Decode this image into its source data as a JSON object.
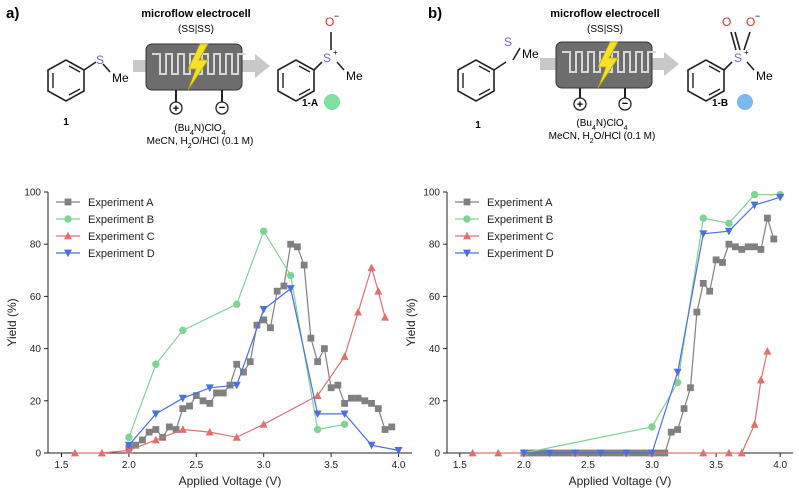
{
  "panels": [
    {
      "letter": "a)",
      "reaction": {
        "device_label": "microflow electrocell",
        "device_sublabel": "(SS|SS)",
        "reactant_label": "1",
        "reactant_me": "Me",
        "reactant_s": "S",
        "product_label": "1-A",
        "product_me": "Me",
        "product_s": "S",
        "product_o": "O",
        "marker_color": "#7fe0a0",
        "electrolyte": "(Bu4N)ClO4",
        "solvent": "MeCN, H2O/HCl (0.1 M)"
      }
    },
    {
      "letter": "b)",
      "reaction": {
        "device_label": "microflow electrocell",
        "device_sublabel": "(SS|SS)",
        "reactant_label": "1",
        "reactant_me": "Me",
        "reactant_s": "S",
        "product_label": "1-B",
        "product_me": "Me",
        "product_s": "S",
        "product_o": "O",
        "marker_color": "#7ab8f0",
        "electrolyte": "(Bu4N)ClO4",
        "solvent": "MeCN, H2O/HCl (0.1 M)"
      }
    }
  ],
  "chart_data": [
    {
      "type": "line",
      "xlabel": "Applied Voltage (V)",
      "ylabel": "Yield (%)",
      "xlim": [
        1.4,
        4.1
      ],
      "ylim": [
        0,
        100
      ],
      "xticks": [
        "1.5",
        "2.0",
        "2.5",
        "3.0",
        "3.5",
        "4.0"
      ],
      "xtick_values": [
        1.5,
        2.0,
        2.5,
        3.0,
        3.5,
        4.0
      ],
      "yticks": [
        "0",
        "20",
        "40",
        "60",
        "80",
        "100"
      ],
      "ytick_values": [
        0,
        20,
        40,
        60,
        80,
        100
      ],
      "legend_position": "top-left",
      "series": [
        {
          "name": "Experiment A",
          "color": "#808080",
          "marker": "square",
          "x": [
            2.0,
            2.05,
            2.1,
            2.15,
            2.2,
            2.25,
            2.3,
            2.35,
            2.4,
            2.45,
            2.5,
            2.55,
            2.6,
            2.65,
            2.7,
            2.75,
            2.8,
            2.85,
            2.9,
            2.95,
            3.0,
            3.05,
            3.1,
            3.15,
            3.2,
            3.25,
            3.3,
            3.35,
            3.4,
            3.45,
            3.5,
            3.55,
            3.6,
            3.65,
            3.7,
            3.75,
            3.8,
            3.85,
            3.9,
            3.95
          ],
          "y": [
            2,
            3,
            5,
            8,
            9,
            6,
            10,
            9,
            17,
            18,
            22,
            20,
            19,
            23,
            23,
            26,
            34,
            31,
            35,
            49,
            51,
            48,
            62,
            64,
            80,
            79,
            72,
            44,
            35,
            40,
            25,
            26,
            19,
            21,
            21,
            20,
            19,
            17,
            9,
            10
          ]
        },
        {
          "name": "Experiment B",
          "color": "#7fd494",
          "marker": "circle",
          "x": [
            2.0,
            2.2,
            2.4,
            2.8,
            3.0,
            3.2,
            3.4,
            3.6
          ],
          "y": [
            6,
            34,
            47,
            57,
            85,
            68,
            9,
            11
          ]
        },
        {
          "name": "Experiment C",
          "color": "#e07070",
          "marker": "triangle",
          "x": [
            1.6,
            1.8,
            2.0,
            2.2,
            2.4,
            2.6,
            2.8,
            3.0,
            3.4,
            3.6,
            3.7,
            3.8,
            3.85,
            3.9
          ],
          "y": [
            0,
            0,
            1,
            5,
            9,
            8,
            6,
            11,
            22,
            37,
            54,
            71,
            62,
            52
          ]
        },
        {
          "name": "Experiment D",
          "color": "#4a6fe0",
          "marker": "triangle-down",
          "x": [
            2.0,
            2.2,
            2.4,
            2.6,
            2.8,
            3.0,
            3.2,
            3.4,
            3.6,
            3.8,
            4.0
          ],
          "y": [
            3,
            15,
            21,
            25,
            26,
            55,
            63,
            15,
            15,
            3,
            1
          ]
        }
      ]
    },
    {
      "type": "line",
      "xlabel": "Applied Voltage (V)",
      "ylabel": "Yield (%)",
      "xlim": [
        1.4,
        4.1
      ],
      "ylim": [
        0,
        100
      ],
      "xticks": [
        "1.5",
        "2.0",
        "2.5",
        "3.0",
        "3.5",
        "4.0"
      ],
      "xtick_values": [
        1.5,
        2.0,
        2.5,
        3.0,
        3.5,
        4.0
      ],
      "yticks": [
        "0",
        "20",
        "40",
        "60",
        "80",
        "100"
      ],
      "ytick_values": [
        0,
        20,
        40,
        60,
        80,
        100
      ],
      "legend_position": "top-left",
      "series": [
        {
          "name": "Experiment A",
          "color": "#808080",
          "marker": "square",
          "x": [
            2.0,
            2.05,
            2.1,
            2.15,
            2.2,
            2.25,
            2.3,
            2.35,
            2.4,
            2.45,
            2.5,
            2.55,
            2.6,
            2.65,
            2.7,
            2.75,
            2.8,
            2.85,
            2.9,
            2.95,
            3.0,
            3.05,
            3.1,
            3.15,
            3.2,
            3.25,
            3.3,
            3.35,
            3.4,
            3.45,
            3.5,
            3.55,
            3.6,
            3.65,
            3.7,
            3.75,
            3.8,
            3.85,
            3.9,
            3.95
          ],
          "y": [
            0,
            0,
            0,
            0,
            0,
            0,
            0,
            0,
            0,
            0,
            0,
            0,
            0,
            0,
            0,
            0,
            0,
            0,
            0,
            0,
            0,
            0,
            0,
            8,
            9,
            17,
            25,
            54,
            65,
            62,
            74,
            73,
            80,
            79,
            78,
            79,
            79,
            78,
            90,
            82
          ]
        },
        {
          "name": "Experiment B",
          "color": "#7fd494",
          "marker": "circle",
          "x": [
            2.0,
            3.0,
            3.2,
            3.4,
            3.6,
            3.8,
            4.0
          ],
          "y": [
            0,
            10,
            27,
            90,
            88,
            99,
            99
          ]
        },
        {
          "name": "Experiment C",
          "color": "#e07070",
          "marker": "triangle",
          "x": [
            1.6,
            1.8,
            2.0,
            2.4,
            2.8,
            3.0,
            3.4,
            3.6,
            3.7,
            3.8,
            3.85,
            3.9
          ],
          "y": [
            0,
            0,
            0,
            0,
            0,
            0,
            0,
            0,
            0,
            11,
            28,
            39
          ]
        },
        {
          "name": "Experiment D",
          "color": "#4a6fe0",
          "marker": "triangle-down",
          "x": [
            2.0,
            2.2,
            2.4,
            2.6,
            2.8,
            3.0,
            3.2,
            3.4,
            3.6,
            3.8,
            4.0
          ],
          "y": [
            0,
            0,
            0,
            0,
            0,
            0,
            31,
            84,
            85,
            95,
            98
          ]
        }
      ]
    }
  ]
}
